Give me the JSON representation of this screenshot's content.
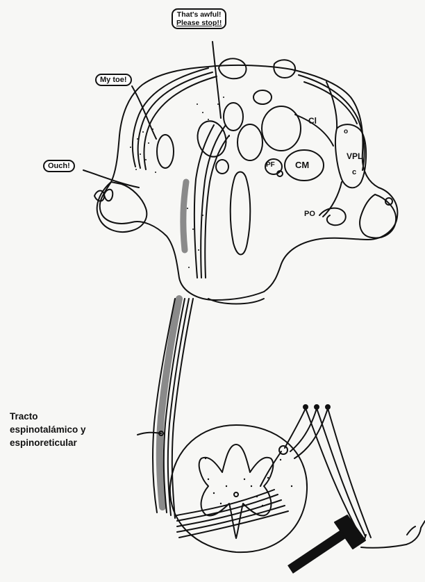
{
  "speech_bubbles": {
    "awful_line1": "That's awful!",
    "awful_line2": "Please stop!!",
    "toe": "My toe!",
    "ouch": "Ouch!"
  },
  "nuclei_labels": {
    "cl": "Cl",
    "o": "o",
    "vpl": "VPL",
    "c": "c",
    "pf": "PF",
    "cm": "CM",
    "po": "PO"
  },
  "tract_label": {
    "line1": "Tracto",
    "line2": "espinotalámico y",
    "line3": "espinoreticular"
  },
  "colors": {
    "ink": "#111111",
    "tract_gray": "#8a8a8a",
    "background": "#f7f7f5"
  },
  "icons": [
    "hammer-icon",
    "foot-icon"
  ]
}
